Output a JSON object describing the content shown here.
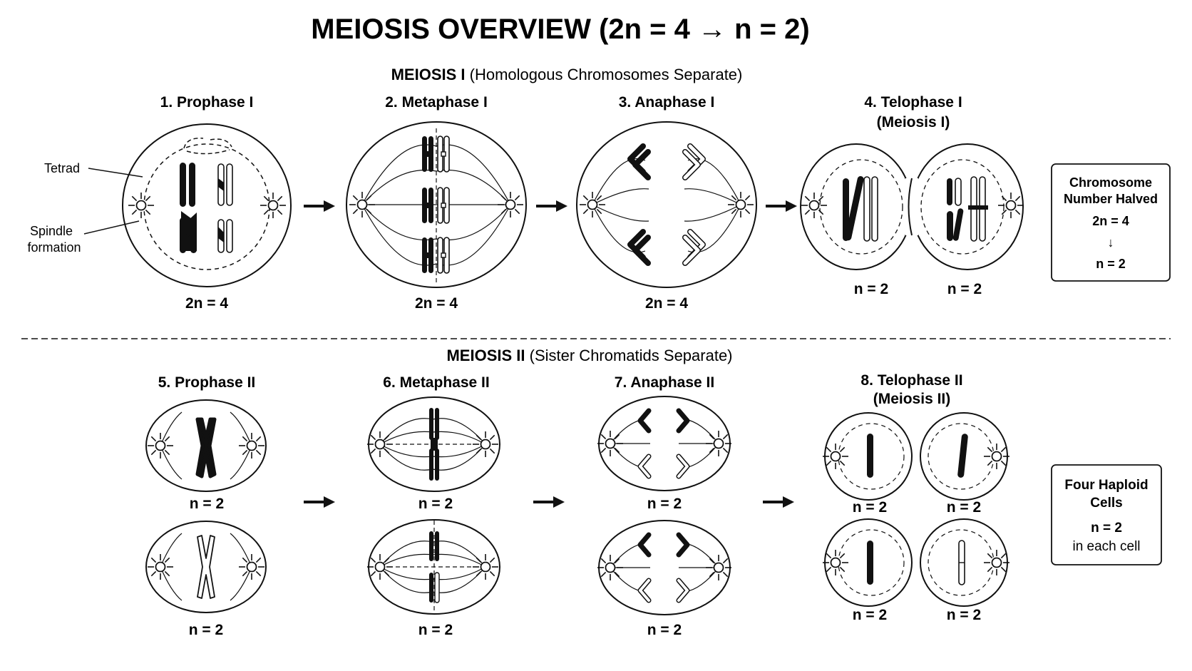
{
  "title": "MEIOSIS OVERVIEW (2n = 4 → n = 2)",
  "meiosis1": {
    "label_bold": "MEIOSIS I",
    "label_rest": " (Homologous Chromosomes Separate)",
    "stages": [
      {
        "name": "1. Prophase I",
        "count": "2n = 4"
      },
      {
        "name": "2. Metaphase I",
        "count": "2n = 4"
      },
      {
        "name": "3. Anaphase I",
        "count": "2n = 4"
      },
      {
        "name_line1": "4. Telophase I",
        "name_line2": "(Meiosis I)",
        "count_left": "n = 2",
        "count_right": "n = 2"
      }
    ],
    "callouts": {
      "tetrad": "Tetrad",
      "spindle_line1": "Spindle",
      "spindle_line2": "formation"
    },
    "summary_box": {
      "line1": "Chromosome",
      "line2": "Number Halved",
      "from": "2n = 4",
      "arrow": "↓",
      "to": "n = 2"
    }
  },
  "meiosis2": {
    "label_bold": "MEIOSIS II",
    "label_rest": " (Sister Chromatids Separate)",
    "stages": [
      {
        "name": "5. Prophase II",
        "count_top": "n = 2",
        "count_bottom": "n = 2"
      },
      {
        "name": "6. Metaphase II",
        "count_top": "n = 2",
        "count_bottom": "n = 2"
      },
      {
        "name": "7. Anaphase II",
        "count_top": "n = 2",
        "count_bottom": "n = 2"
      },
      {
        "name_line1": "8. Telophase II",
        "name_line2": "(Meiosis II)",
        "counts": [
          "n = 2",
          "n = 2",
          "n = 2",
          "n = 2"
        ]
      }
    ],
    "summary_box": {
      "line1": "Four Haploid",
      "line2": "Cells",
      "value": "n = 2",
      "note": "in each cell"
    }
  }
}
